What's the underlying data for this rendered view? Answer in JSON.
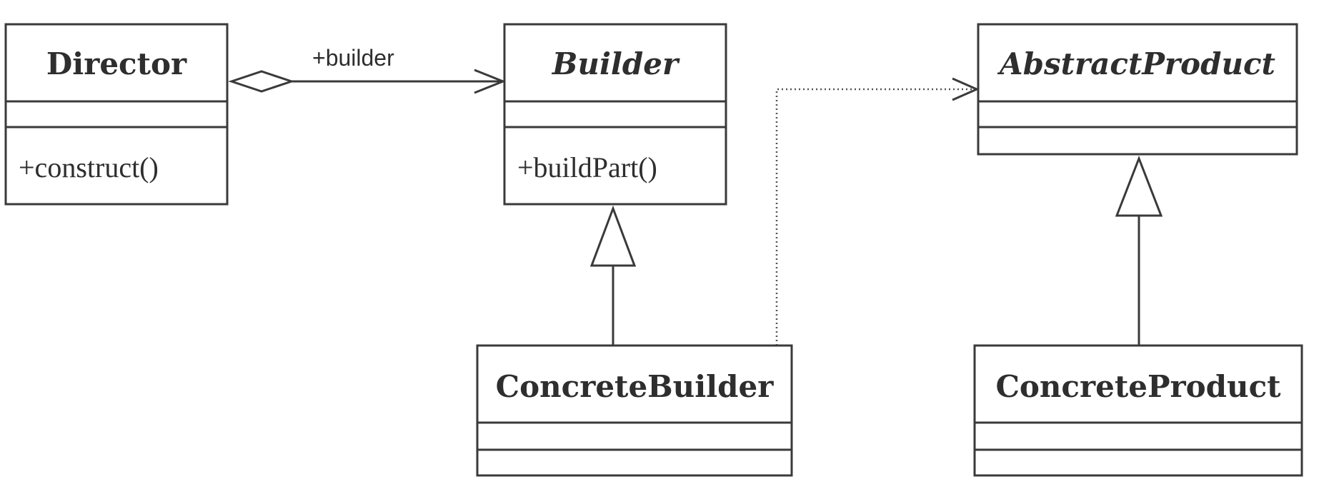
{
  "diagram": {
    "classes": {
      "director": {
        "name": "Director",
        "methods": [
          "+construct()"
        ]
      },
      "builder": {
        "name": "Builder",
        "abstract": true,
        "methods": [
          "+buildPart()"
        ]
      },
      "concrete_builder": {
        "name": "ConcreteBuilder",
        "methods": []
      },
      "abstract_product": {
        "name": "AbstractProduct",
        "abstract": true,
        "methods": []
      },
      "concrete_product": {
        "name": "ConcreteProduct",
        "methods": []
      }
    },
    "relations": {
      "aggregation": {
        "from": "Director",
        "to": "Builder",
        "role": "+builder",
        "kind": "aggregation"
      },
      "builder_inheritance": {
        "from": "ConcreteBuilder",
        "to": "Builder",
        "kind": "generalization"
      },
      "dependency": {
        "from": "ConcreteBuilder",
        "to": "AbstractProduct",
        "kind": "dependency"
      },
      "product_inheritance": {
        "from": "ConcreteProduct",
        "to": "AbstractProduct",
        "kind": "generalization"
      }
    }
  },
  "colors": {
    "stroke": "#3a3a3a",
    "text": "#2e2e2e",
    "background": "#ffffff"
  }
}
